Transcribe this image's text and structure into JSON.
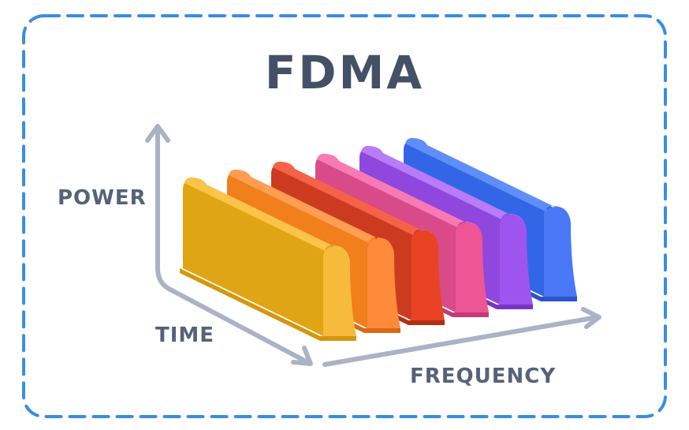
{
  "title": "FDMA",
  "axes": {
    "power": "POWER",
    "time": "TIME",
    "frequency": "FREQUENCY"
  },
  "colors": {
    "frame": "#3b8de0",
    "axis": "#aab3c6",
    "text": "#4a5568"
  },
  "channels": [
    {
      "top": "#fcc34a",
      "side": "#e0a515",
      "front": "#f7bb3c",
      "base": "#d6960e"
    },
    {
      "top": "#ff9d52",
      "side": "#f07f1c",
      "front": "#ff8a3a",
      "base": "#d86a12"
    },
    {
      "top": "#f66248",
      "side": "#cc3b1f",
      "front": "#e84424",
      "base": "#b32f14"
    },
    {
      "top": "#f77ab4",
      "side": "#d94a88",
      "front": "#ee5595",
      "base": "#c23c76"
    },
    {
      "top": "#b77cf6",
      "side": "#8f47dd",
      "front": "#9e55ef",
      "base": "#7a35c4"
    },
    {
      "top": "#5f8dfa",
      "side": "#3366e6",
      "front": "#4a78f7",
      "base": "#2a55c8"
    }
  ]
}
